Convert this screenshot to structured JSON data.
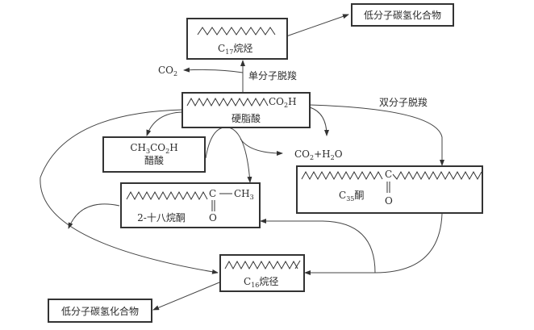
{
  "diagram": {
    "nodes": {
      "stearic_acid": {
        "formula_tail": "CO",
        "formula_sub": "2",
        "formula_end": "H",
        "name": "硬脂酸"
      },
      "c17_alkane": {
        "prefix": "C",
        "sub": "17",
        "name": "烷烃"
      },
      "low_hc_top": {
        "label": "低分子碳氢化合物"
      },
      "acetic_acid": {
        "f1": "CH",
        "s1": "3",
        "f2": "CO",
        "s2": "2",
        "f3": "H",
        "name": "醋酸"
      },
      "octadecanone": {
        "carbonyl_c": "C",
        "dash": "—",
        "ch": "CH",
        "ch_sub": "3",
        "oxygen": "O",
        "name": "2-十八烷酮"
      },
      "c35_ketone": {
        "carbonyl_c": "C",
        "oxygen": "O",
        "prefix": "C",
        "sub": "35",
        "name": "酮"
      },
      "c16_alkene": {
        "prefix": "C",
        "sub": "16",
        "name": "烷径"
      },
      "low_hc_bottom": {
        "label": "低分子碳氢化合物"
      }
    },
    "labels": {
      "co2_top": {
        "main": "CO",
        "sub": "2"
      },
      "mono_decarboxylation": "单分子脱羧",
      "bi_decarboxylation": "双分子脱羧",
      "co2_h2o": {
        "a": "CO",
        "a_sub": "2",
        "plus": "+H",
        "b_sub": "2",
        "c": "O"
      }
    }
  }
}
